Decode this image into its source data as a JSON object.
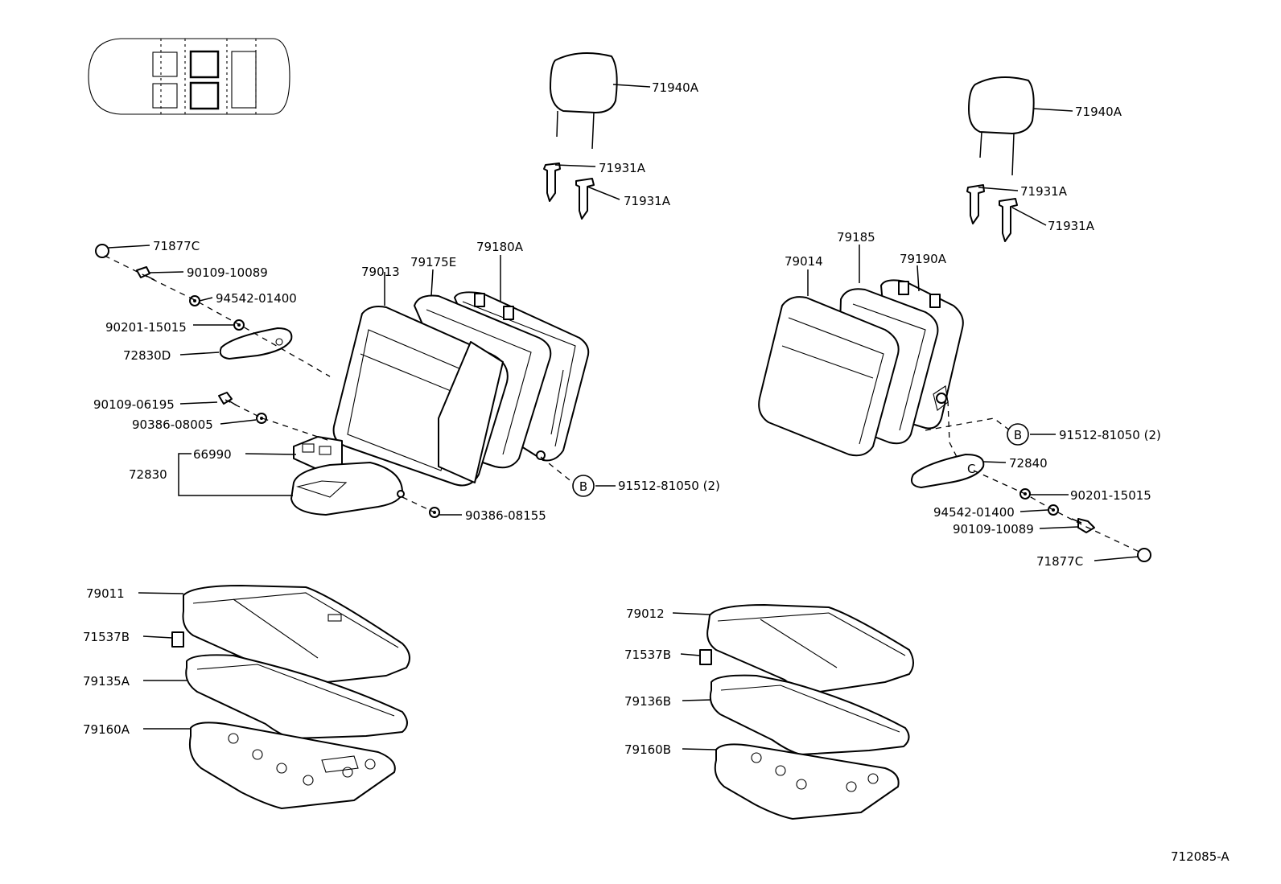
{
  "diagram_id": "712085-A",
  "callouts": {
    "left": {
      "headrest": "71940A",
      "headrest_support_upper": "71931A",
      "headrest_support_lower": "71931A",
      "screw_cap": "71877C",
      "bolt_upper": "90109-10089",
      "washer_upper": "94542-01400",
      "washer_small": "90201-15015",
      "armrest": "72830D",
      "bolt_lower": "90109-06195",
      "nut_lower": "90386-08005",
      "cup_holder": "66990",
      "armrest_assy": "72830",
      "bushing": "90386-08155",
      "back_cover": "79013",
      "back_pad": "79175E",
      "back_frame": "79180A",
      "ref_b_bolt": "91512-81050 (2)",
      "cushion_cover": "79011",
      "clip": "71537B",
      "cushion_pad": "79135A",
      "cushion_frame": "79160A"
    },
    "right": {
      "headrest": "71940A",
      "headrest_support_upper": "71931A",
      "headrest_support_lower": "71931A",
      "back_cover": "79014",
      "back_pad": "79185",
      "back_frame": "79190A",
      "ref_b_bolt": "91512-81050 (2)",
      "armrest": "72840",
      "washer_small": "90201-15015",
      "washer_upper": "94542-01400",
      "bolt_upper": "90109-10089",
      "screw_cap": "71877C",
      "cushion_cover": "79012",
      "clip": "71537B",
      "cushion_pad": "79136B",
      "cushion_frame": "79160B"
    },
    "ref_marker": "B"
  }
}
